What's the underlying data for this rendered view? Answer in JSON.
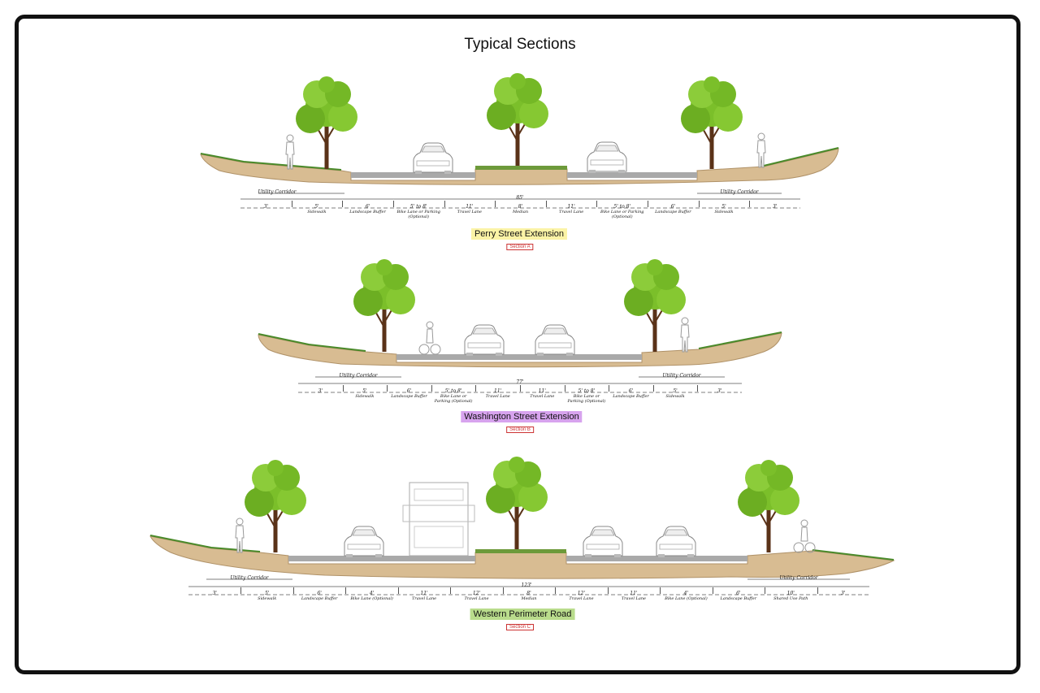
{
  "title": "Typical Sections",
  "colors": {
    "soil": "#d8bc92",
    "pavement": "#a9a9a9",
    "tree_canopy": "#7bbf2a",
    "tree_trunk": "#5a3218",
    "perry_highlight": "#fbf3a6",
    "washington_highlight": "#d7a3ee",
    "western_highlight": "#b9dc8c",
    "section_tag": "#cc3333"
  },
  "sections": [
    {
      "name": "Perry Street Extension",
      "tag": "Section A",
      "total_row": "85'",
      "utility_left": "Utility Corridor",
      "utility_right": "Utility Corridor",
      "dims": [
        {
          "w": "3'",
          "l": ""
        },
        {
          "w": "5'",
          "l": "Sidewalk"
        },
        {
          "w": "6'",
          "l": "Landscape Buffer"
        },
        {
          "w": "5' to 8'",
          "l": "Bike Lane or Parking (Optional)"
        },
        {
          "w": "11'",
          "l": "Travel Lane"
        },
        {
          "w": "8'",
          "l": "Median"
        },
        {
          "w": "11'",
          "l": "Travel Lane"
        },
        {
          "w": "5' to 8'",
          "l": "Bike Lane or Parking (Optional)"
        },
        {
          "w": "6'",
          "l": "Landscape Buffer"
        },
        {
          "w": "5'",
          "l": "Sidewalk"
        },
        {
          "w": "3'",
          "l": ""
        }
      ]
    },
    {
      "name": "Washington Street Extension",
      "tag": "Section B",
      "total_row": "77'",
      "utility_left": "Utility Corridor",
      "utility_right": "Utility Corridor",
      "dims": [
        {
          "w": "3'",
          "l": ""
        },
        {
          "w": "5'",
          "l": "Sidewalk"
        },
        {
          "w": "6'",
          "l": "Landscape Buffer"
        },
        {
          "w": "5' to 8'",
          "l": "Bike Lane or Parking (Optional)"
        },
        {
          "w": "11'",
          "l": "Travel Lane"
        },
        {
          "w": "11'",
          "l": "Travel Lane"
        },
        {
          "w": "5' to 8'",
          "l": "Bike Lane or Parking (Optional)"
        },
        {
          "w": "6'",
          "l": "Landscape Buffer"
        },
        {
          "w": "5'",
          "l": "Sidewalk"
        },
        {
          "w": "3'",
          "l": ""
        }
      ]
    },
    {
      "name": "Western Perimeter Road",
      "tag": "Section C",
      "total_row": "123'",
      "utility_left": "Utility Corridor",
      "utility_right": "Utility Corridor",
      "dims": [
        {
          "w": "3'",
          "l": ""
        },
        {
          "w": "5'",
          "l": "Sidewalk"
        },
        {
          "w": "6'",
          "l": "Landscape Buffer"
        },
        {
          "w": "4'",
          "l": "Bike Lane (Optional)"
        },
        {
          "w": "11'",
          "l": "Travel Lane"
        },
        {
          "w": "12'",
          "l": "Travel Lane"
        },
        {
          "w": "8'",
          "l": "Median"
        },
        {
          "w": "12'",
          "l": "Travel Lane"
        },
        {
          "w": "11'",
          "l": "Travel Lane"
        },
        {
          "w": "4'",
          "l": "Bike Lane (Optional)"
        },
        {
          "w": "6'",
          "l": "Landscape Buffer"
        },
        {
          "w": "10'",
          "l": "Shared Use Path"
        },
        {
          "w": "3'",
          "l": ""
        }
      ]
    }
  ]
}
